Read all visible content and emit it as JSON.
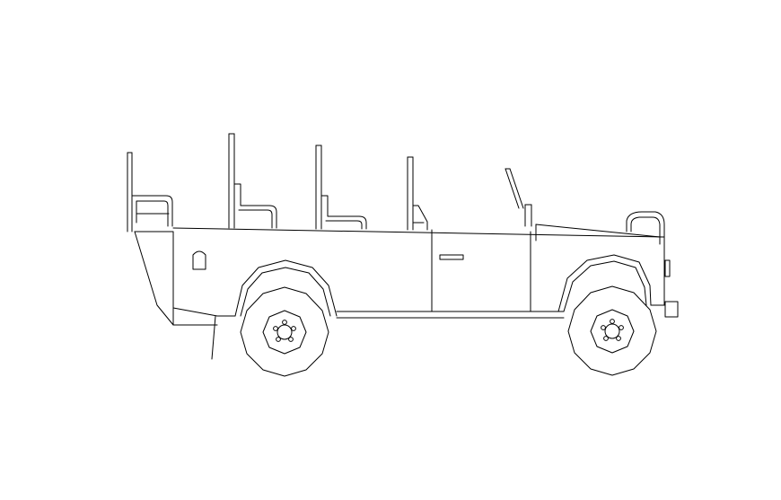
{
  "drawing": {
    "subject": "vehicle-side-elevation",
    "background_color": "#ffffff",
    "line_color": "#000000",
    "wheel_count": 2,
    "seat_rows": 4
  }
}
